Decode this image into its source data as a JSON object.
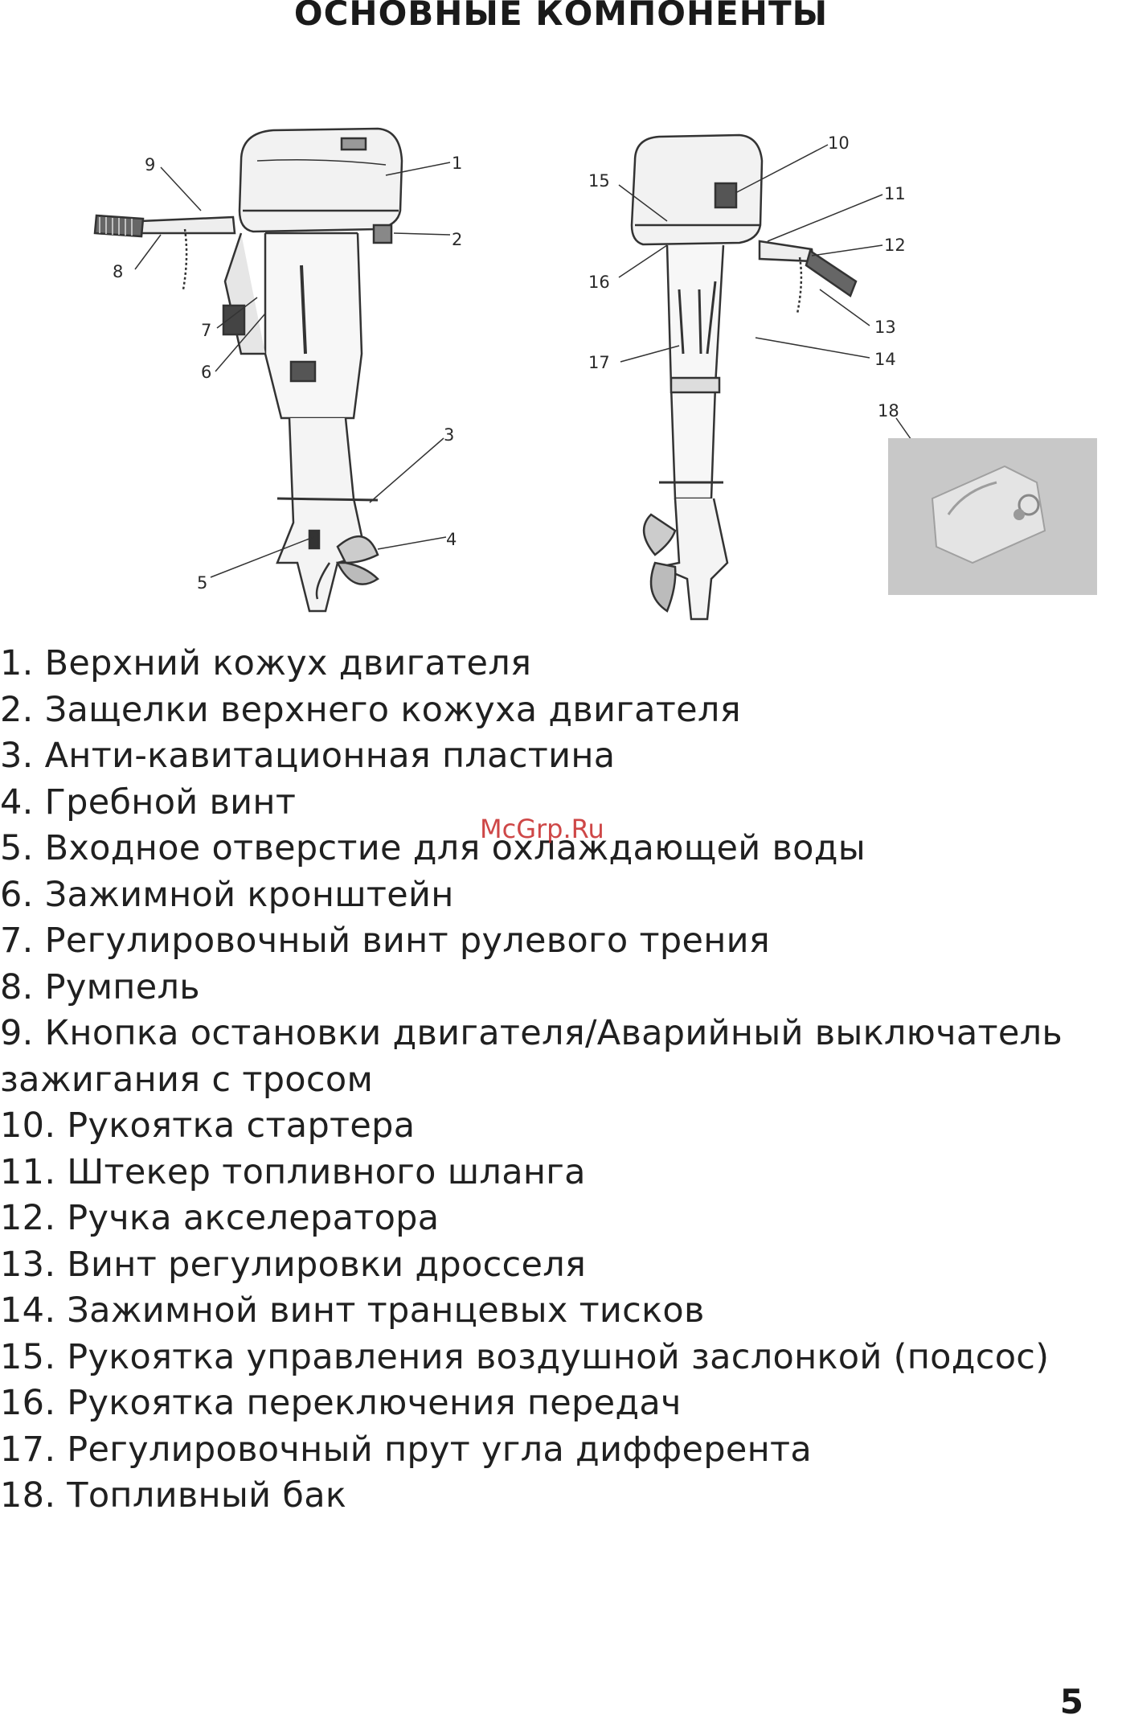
{
  "title": "ОСНОВНЫЕ КОМПОНЕНТЫ",
  "callouts": [
    "1",
    "2",
    "3",
    "4",
    "5",
    "6",
    "7",
    "8",
    "9",
    "10",
    "11",
    "12",
    "13",
    "14",
    "15",
    "16",
    "17",
    "18"
  ],
  "items": [
    "1. Верхний кожух двигателя",
    "2. Защелки верхнего кожуха двигателя",
    "3. Анти-кавитационная пластина",
    "4. Гребной винт",
    "5. Входное отверстие для охлаждающей воды",
    "6. Зажимной кронштейн",
    "7. Регулировочный винт рулевого трения",
    "8. Румпель",
    "9. Кнопка остановки двигателя/Аварийный выключатель зажигания с тросом",
    "10. Рукоятка стартера",
    "11. Штекер топливного шланга",
    "12. Ручка акселератора",
    "13. Винт регулировки дросселя",
    "14. Зажимной винт транцевых тисков",
    "15. Рукоятка управления воздушной заслонкой (подсос)",
    "16. Рукоятка переключения передач",
    "17. Регулировочный прут угла дифферента",
    "18. Топливный бак"
  ],
  "watermark": "McGrp.Ru",
  "page_number": "5"
}
